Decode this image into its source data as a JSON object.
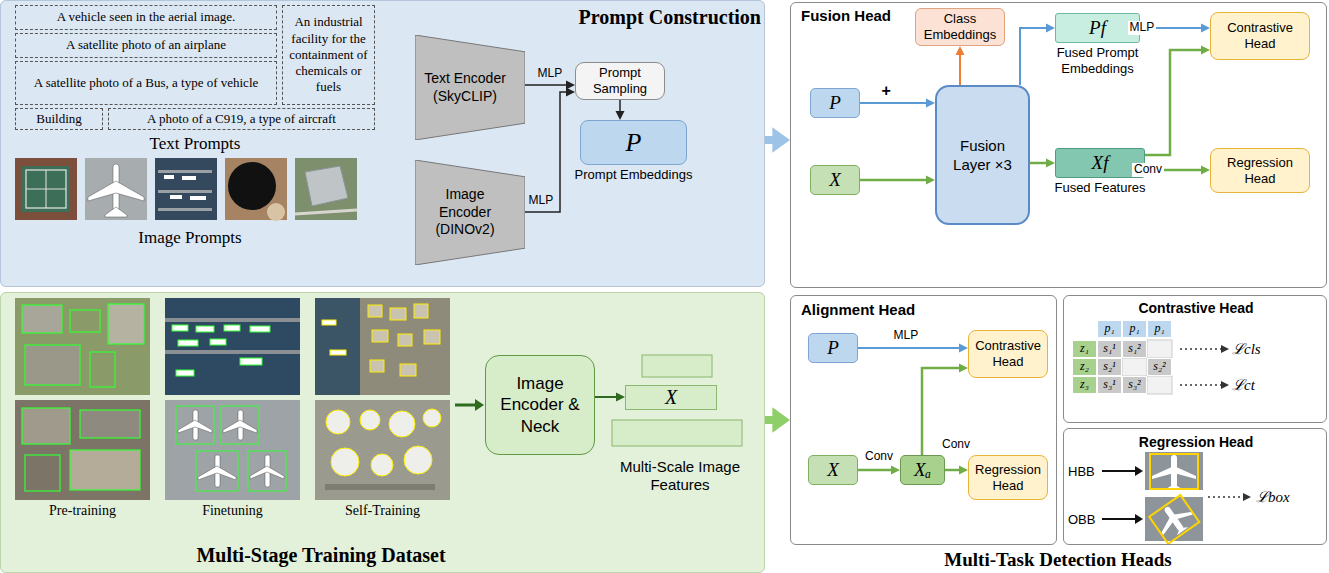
{
  "diagram": {
    "nodes": [
      {
        "text": [
          "Prompt Construction"
        ]
      },
      {
        "text": [
          "A vehicle seen in the aerial image."
        ],
        "in": 0
      },
      {
        "text": [
          "A satellite photo of an airplane"
        ],
        "in": 0
      },
      {
        "text": [
          "A satellite photo of a Bus, a type of vehicle"
        ],
        "in": 0
      },
      {
        "text": [
          "An industrial facility for the containment of chemicals or fuels"
        ],
        "in": 0
      },
      {
        "text": [
          "Building"
        ],
        "in": 0
      },
      {
        "text": [
          "A photo of a C919, a type of aircraft"
        ],
        "in": 0
      },
      {
        "text": [
          "Text Encoder (SkyCLIP)"
        ],
        "in": 0
      },
      {
        "text": [
          "Image Encoder (DINOv2)"
        ],
        "in": 0
      },
      {
        "text": [
          "Prompt Sampling"
        ],
        "in": 0
      },
      {
        "text": [
          "P",
          "Prompt Embeddings"
        ],
        "in": 0
      },
      {
        "text": [
          "Multi-Stage Training Dataset"
        ]
      },
      {
        "text": [
          "Image Encoder & Neck"
        ],
        "in": 11
      },
      {
        "text": [
          "X"
        ],
        "in": 11
      },
      {
        "text": [
          "Fusion Head"
        ]
      },
      {
        "text": [
          "Class Embeddings"
        ],
        "in": 14
      },
      {
        "text": [
          "P"
        ],
        "in": 14
      },
      {
        "text": [
          "X"
        ],
        "in": 14
      },
      {
        "text": [
          "Fusion Layer ×3"
        ],
        "in": 14
      },
      {
        "text": [
          "Pf",
          "Fused Prompt Embeddings"
        ],
        "in": 14
      },
      {
        "text": [
          "Xf",
          "Fused Features"
        ],
        "in": 14
      },
      {
        "text": [
          "Contrastive Head"
        ],
        "in": 14
      },
      {
        "text": [
          "Regression Head"
        ],
        "in": 14
      },
      {
        "text": [
          "Alignment Head"
        ]
      },
      {
        "text": [
          "P"
        ],
        "in": 23
      },
      {
        "text": [
          "X"
        ],
        "in": 23
      },
      {
        "text": [
          "Xₐ"
        ],
        "in": 23
      },
      {
        "text": [
          "Contrastive Head"
        ],
        "in": 23
      },
      {
        "text": [
          "Regression Head"
        ],
        "in": 23
      },
      {
        "text": [
          "Contrastive Head"
        ]
      },
      {
        "text": [
          "Regression Head"
        ]
      }
    ],
    "edges": [
      {
        "from": 7,
        "to": 9,
        "label": "MLP",
        "arrow": "to"
      },
      {
        "from": 8,
        "to": 9,
        "label": "MLP",
        "arrow": "to"
      },
      {
        "from": 9,
        "to": 10,
        "arrow": "to"
      },
      {
        "from": 12,
        "to": 13,
        "arrow": "to"
      },
      {
        "from": 0,
        "to": 14,
        "arrow": "to"
      },
      {
        "from": 11,
        "to": 23,
        "arrow": "to"
      },
      {
        "from": 16,
        "to": 18,
        "label": "+",
        "arrow": "to"
      },
      {
        "from": 18,
        "to": 15,
        "arrow": "to"
      },
      {
        "from": 17,
        "to": 18,
        "arrow": "to"
      },
      {
        "from": 18,
        "to": 19,
        "arrow": "to"
      },
      {
        "from": 18,
        "to": 20,
        "arrow": "to"
      },
      {
        "from": 19,
        "to": 21,
        "label": "MLP",
        "arrow": "to"
      },
      {
        "from": 20,
        "to": 21,
        "arrow": "to"
      },
      {
        "from": 20,
        "to": 22,
        "label": "Conv",
        "arrow": "to"
      },
      {
        "from": 24,
        "to": 27,
        "label": "MLP",
        "arrow": "to"
      },
      {
        "from": 25,
        "to": 26,
        "label": "Conv",
        "arrow": "to"
      },
      {
        "from": 26,
        "to": 27,
        "arrow": "to"
      },
      {
        "from": 26,
        "to": 28,
        "label": "Conv",
        "arrow": "to"
      }
    ],
    "labels": [
      "Text Prompts",
      "Image Prompts",
      "Pre-training",
      "Finetuning",
      "Self-Training",
      "Multi-Scale Image Features",
      "p₁",
      "p₁",
      "p₁",
      "z₁",
      "s₁¹",
      "s₁²",
      "ℒcls",
      "z₂",
      "s₂¹",
      "s₂²",
      "ℒct",
      "z₃",
      "s₃¹",
      "s₃²",
      "HBB",
      "OBB",
      "ℒbox",
      "Multi-Task Detection Heads"
    ]
  }
}
